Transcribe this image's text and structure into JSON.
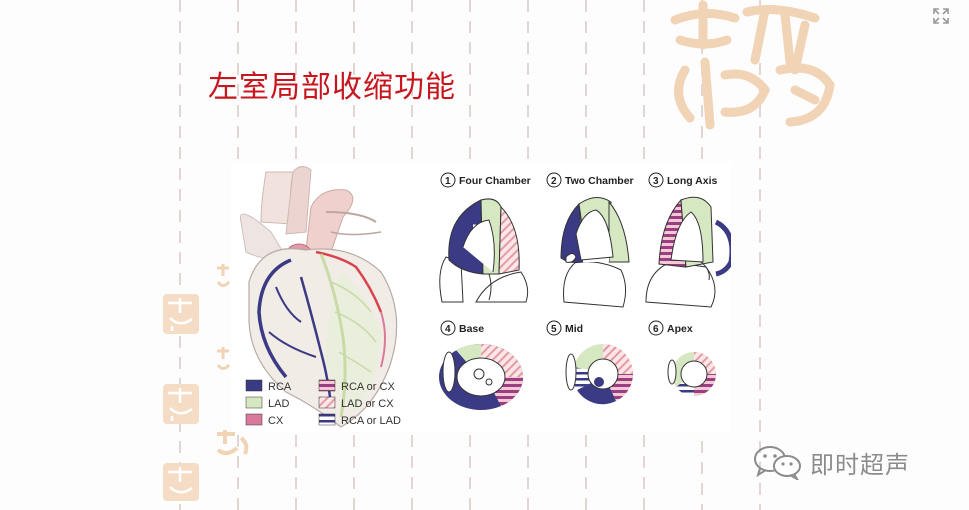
{
  "slide": {
    "title": "左室局部收缩功能",
    "watermark": "即时超声"
  },
  "diagram": {
    "views": [
      {
        "num": "1",
        "label": "Four Chamber"
      },
      {
        "num": "2",
        "label": "Two Chamber"
      },
      {
        "num": "3",
        "label": "Long Axis"
      },
      {
        "num": "4",
        "label": "Base"
      },
      {
        "num": "5",
        "label": "Mid"
      },
      {
        "num": "6",
        "label": "Apex"
      }
    ],
    "legend": [
      {
        "label": "RCA"
      },
      {
        "label": "LAD"
      },
      {
        "label": "CX"
      },
      {
        "label": "RCA or CX"
      },
      {
        "label": "LAD or CX"
      },
      {
        "label": "RCA or LAD"
      }
    ],
    "colors": {
      "rca": "#3b3a84",
      "lad": "#d6e8c2",
      "cx": "#d97a9a",
      "title_red": "#c7161e"
    }
  },
  "icons": {
    "expand": "expand-icon",
    "wechat": "wechat-icon"
  }
}
